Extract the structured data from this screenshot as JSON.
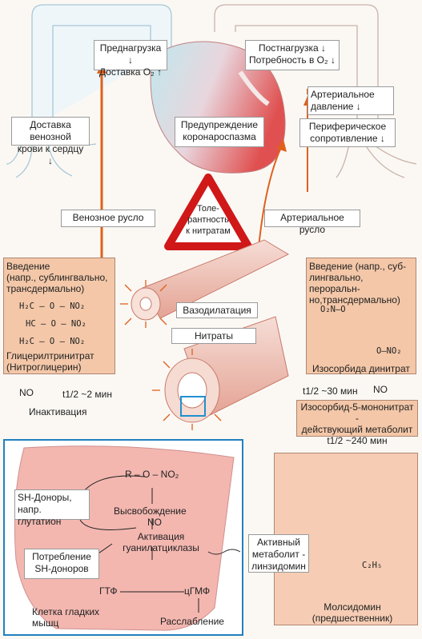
{
  "labels": {
    "preload": "Преднагрузка ↓\nДоставка O₂ ↑",
    "afterload": "Постнагрузка ↓\nПотребность в O₂ ↓",
    "arterial_pressure": "Артериальное\nдавление ↓",
    "venous_return": "Доставка венозной\nкрови к сердцу ↓",
    "coronary_spasm": "Предупреждение\nкоронароспазма",
    "peripheral_resistance": "Периферическое\nсопротивление ↓",
    "venous_bed": "Венозное русло",
    "arterial_bed": "Артериальное русло",
    "tolerance": "Толе-\nрантность\nк нитратам",
    "vasodilation": "Вазодилатация",
    "nitrates": "Нитраты"
  },
  "left_box": {
    "route": "Введение\n(напр., сублингвально,\nтрансдермально)",
    "formula_1": "H₂C – O – NO₂",
    "formula_2": "HC – O – NO₂",
    "formula_3": "H₂C – O – NO₂",
    "name": "Глицерилтринитрат\n(Нитроглицерин)",
    "no": "NO",
    "half_life": "t1/2 ~2 мин",
    "inactivation": "Инактивация"
  },
  "right_box": {
    "route": "Введение (напр., суб-\nлингвально, пероральн-\nно,трансдермально)",
    "formula_top": "O₂N–O",
    "formula_bottom": "O–NO₂",
    "name": "Изосорбида   динитрат",
    "half_life": "t1/2 ~30 мин",
    "no": "NO",
    "metabolite": "Изосорбид-5-мононитрат -\nдействующий метаболит\nt1/2 ~240 мин"
  },
  "cell": {
    "formula": "R – O – NO₂",
    "sh_donors": "SH-Доноры,\nнапр. глутатион",
    "release": "Высвобождение",
    "no": "NO",
    "activation": "Активация\nгуанилатциклазы",
    "sh_consumption": "Потребление\nSH-доноров",
    "gtp": "ГТФ",
    "cgmp": "цГМФ",
    "muscle": "Клетка гладких\nмышц",
    "relaxation": "Расслабление"
  },
  "molsidomine": {
    "metabolite": "Активный\nметаболит -\nлинзидомин",
    "formula": "C₂H₅",
    "name": "Молсидомин\n(предшественник)"
  }
}
